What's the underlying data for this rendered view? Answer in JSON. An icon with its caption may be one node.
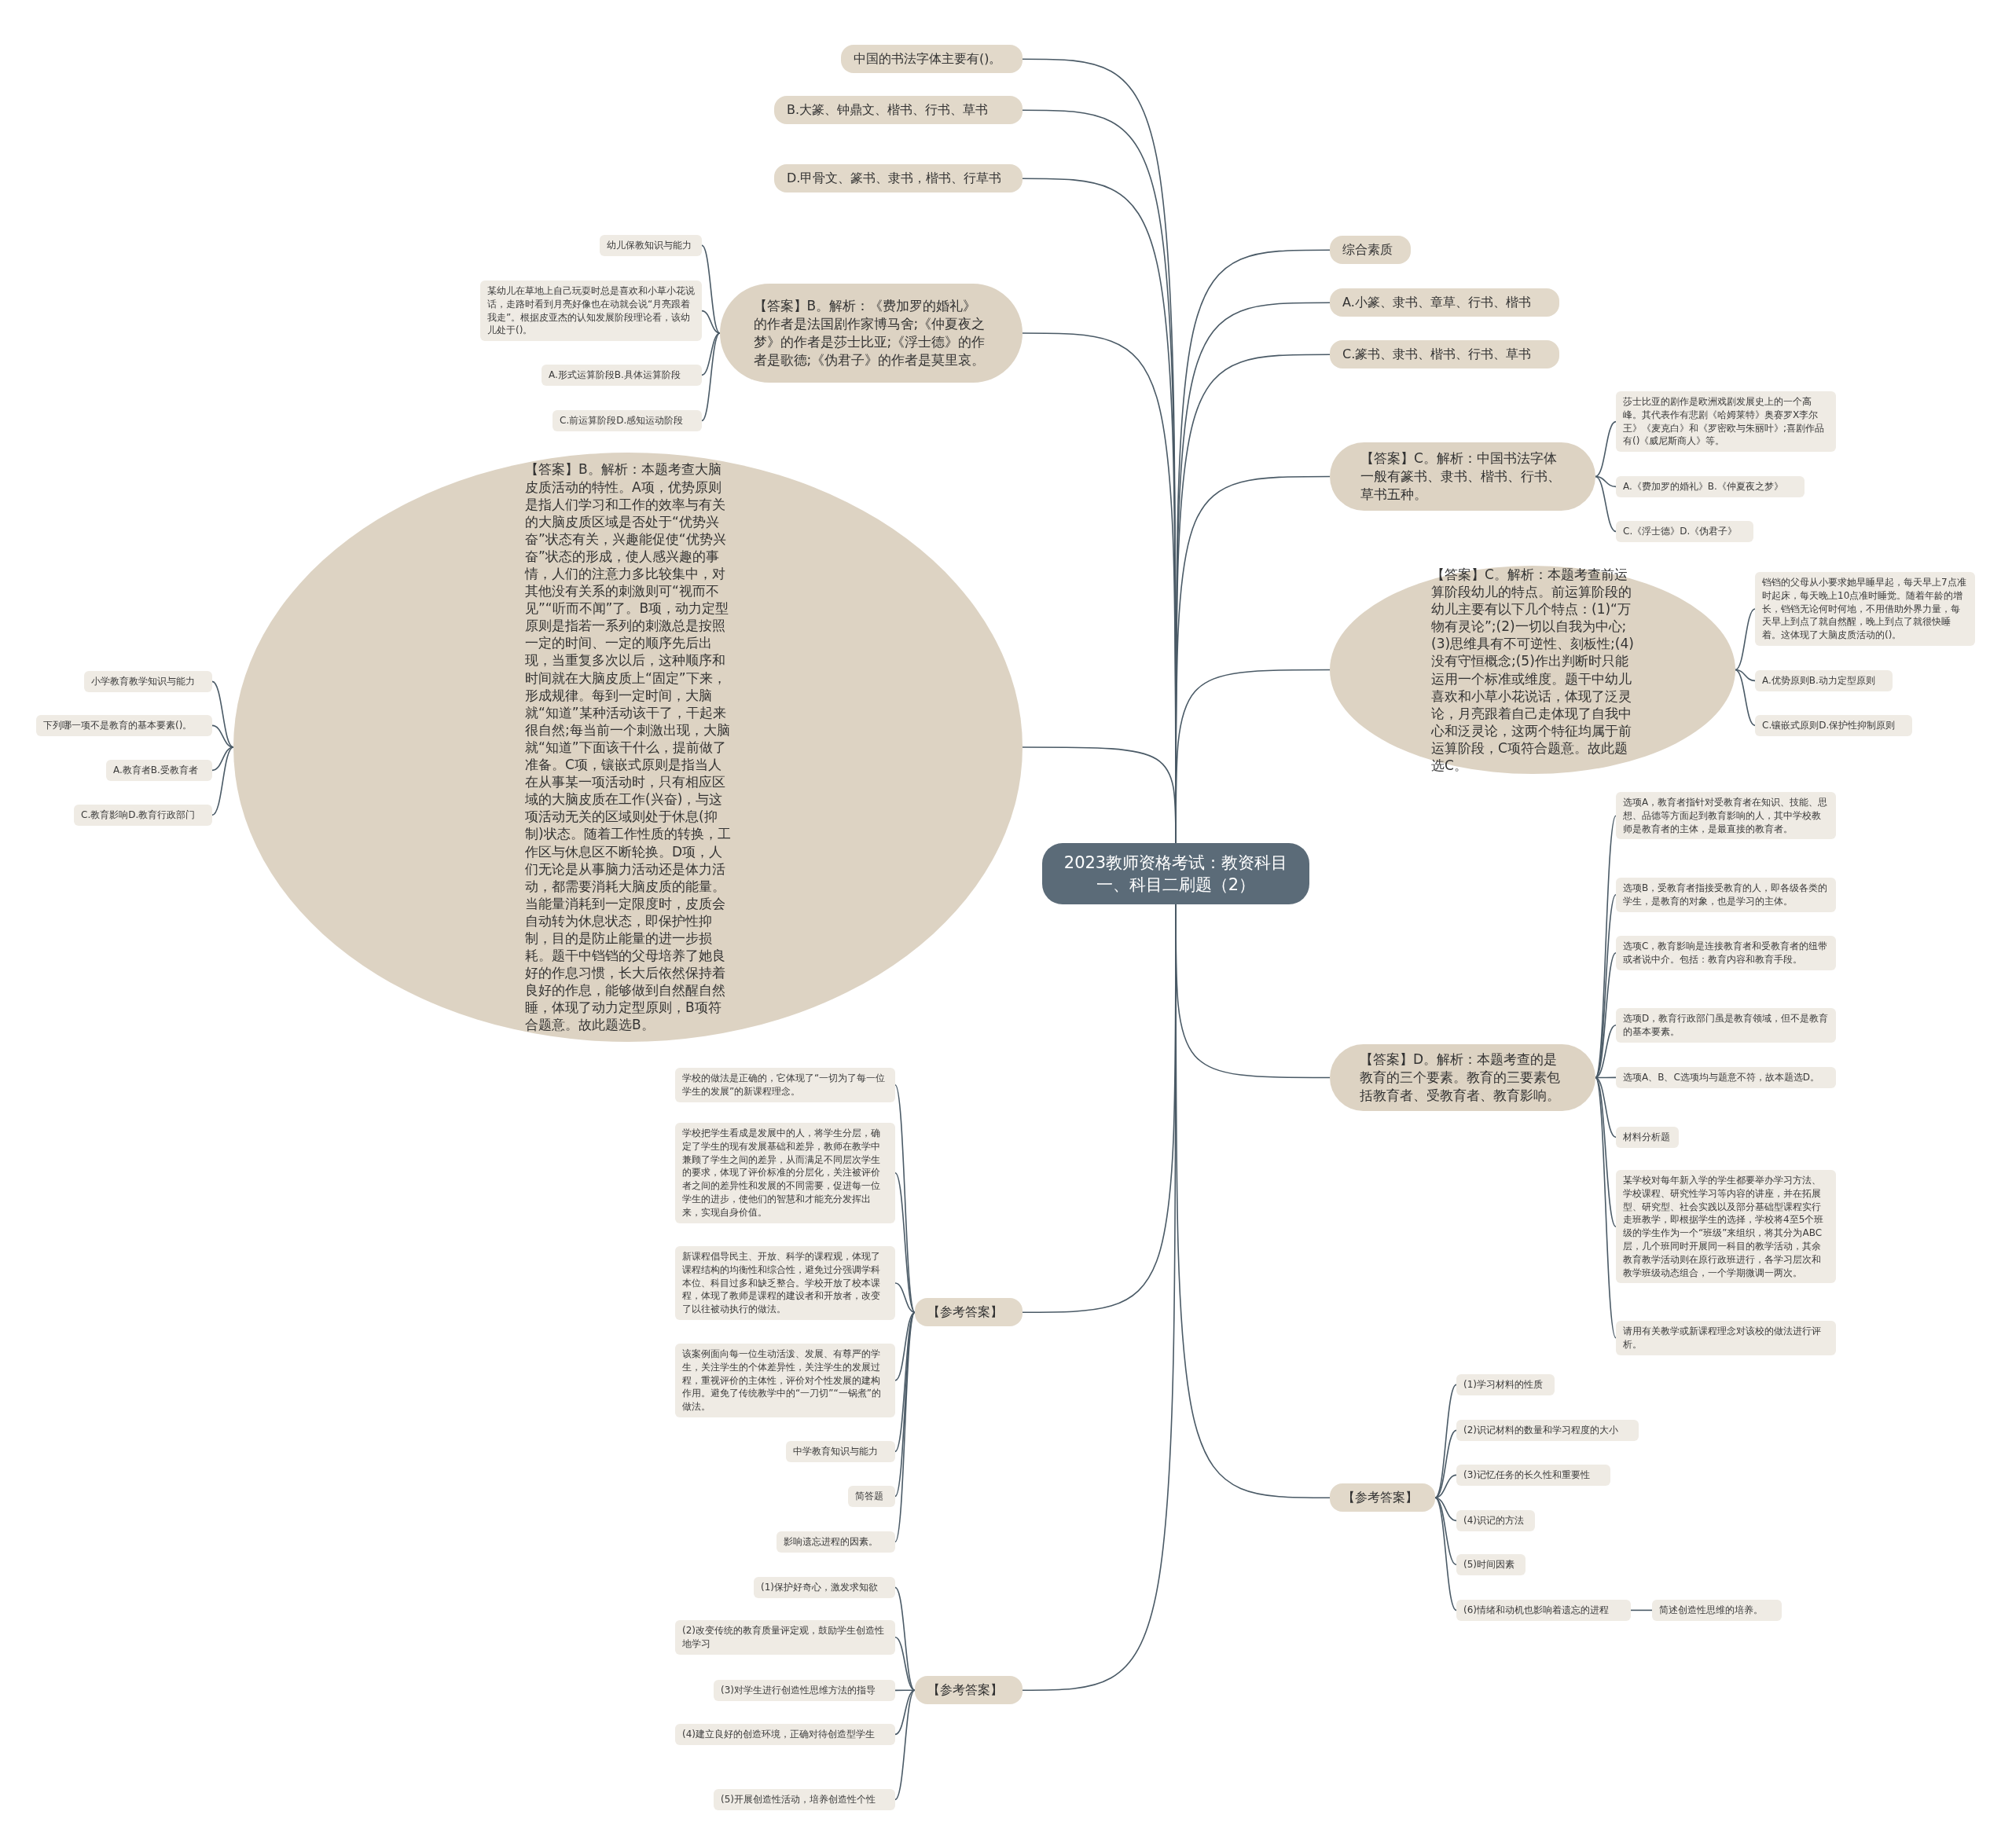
{
  "diagram": {
    "nodes": [
      {
        "text": [
          "2023教师资格考试：教资科目一、科目二刷题（2）"
        ]
      },
      {
        "text": [
          "中国的书法字体主要有()。"
        ]
      },
      {
        "text": [
          "B.大篆、钟鼎文、楷书、行书、草书"
        ]
      },
      {
        "text": [
          "D.甲骨文、篆书、隶书，楷书、行草书"
        ]
      },
      {
        "text": [
          "【答案】B。解析：《费加罗的婚礼》的作者是法国剧作家博马舍;《仲夏夜之梦》的作者是莎士比亚;《浮士德》的作者是歌德;《伪君子》的作者是莫里哀。"
        ]
      },
      {
        "text": [
          "幼儿保教知识与能力"
        ]
      },
      {
        "text": [
          "某幼儿在草地上自己玩耍时总是喜欢和小草小花说话，走路时看到月亮好像也在动就会说“月亮跟着我走”。根据皮亚杰的认知发展阶段理论看，该幼儿处于()。"
        ]
      },
      {
        "text": [
          "A.形式运算阶段B.具体运算阶段"
        ]
      },
      {
        "text": [
          "C.前运算阶段D.感知运动阶段"
        ]
      },
      {
        "text": [
          "【答案】B。解析：本题考查大脑皮质活动的特性。A项，优势原则是指人们学习和工作的效率与有关的大脑皮质区域是否处于“优势兴奋”状态有关，兴趣能促使“优势兴奋”状态的形成，使人感兴趣的事情，人们的注意力多比较集中，对其他没有关系的刺激则可“视而不见”“听而不闻”了。B项，动力定型原则是指若一系列的刺激总是按照一定的时间、一定的顺序先后出现，当重复多次以后，这种顺序和时间就在大脑皮质上“固定”下来，形成规律。每到一定时间，大脑就“知道”某种活动该干了，干起来很自然;每当前一个刺激出现，大脑就“知道”下面该干什么，提前做了准备。C项，镶嵌式原则是指当人在从事某一项活动时，只有相应区域的大脑皮质在工作(兴奋)，与这项活动无关的区域则处于休息(抑制)状态。随着工作性质的转换，工作区与休息区不断轮换。D项，人们无论是从事脑力活动还是体力活动，都需要消耗大脑皮质的能量。当能量消耗到一定限度时，皮质会自动转为休息状态，即保护性抑制，目的是防止能量的进一步损耗。题干中铛铛的父母培养了她良好的作息习惯，长大后依然保持着良好的作息，能够做到自然醒自然睡，体现了动力定型原则，B项符合题意。故此题选B。"
        ]
      },
      {
        "text": [
          "小学教育教学知识与能力"
        ]
      },
      {
        "text": [
          "下列哪一项不是教育的基本要素()。"
        ]
      },
      {
        "text": [
          "A.教育者B.受教育者"
        ]
      },
      {
        "text": [
          "C.教育影响D.教育行政部门"
        ]
      },
      {
        "text": [
          "【参考答案】"
        ]
      },
      {
        "text": [
          "学校的做法是正确的，它体现了“一切为了每一位学生的发展”的新课程理念。"
        ]
      },
      {
        "text": [
          "学校把学生看成是发展中的人，将学生分层，确定了学生的现有发展基础和差异，教师在教学中兼顾了学生之间的差异，从而满足不同层次学生的要求，体现了评价标准的分层化，关注被评价者之间的差异性和发展的不同需要，促进每一位学生的进步，使他们的智慧和才能充分发挥出来，实现自身价值。"
        ]
      },
      {
        "text": [
          "新课程倡导民主、开放、科学的课程观，体现了课程结构的均衡性和综合性，避免过分强调学科本位、科目过多和缺乏整合。学校开放了校本课程，体现了教师是课程的建设者和开放者，改变了以往被动执行的做法。"
        ]
      },
      {
        "text": [
          "该案例面向每一位生动活泼、发展、有尊严的学生，关注学生的个体差异性，关注学生的发展过程，重视评价的主体性，评价对个性发展的建构作用。避免了传统教学中的“一刀切”“一锅煮”的做法。"
        ]
      },
      {
        "text": [
          "中学教育知识与能力"
        ]
      },
      {
        "text": [
          "简答题"
        ]
      },
      {
        "text": [
          "影响遗忘进程的因素。"
        ]
      },
      {
        "text": [
          "【参考答案】"
        ]
      },
      {
        "text": [
          "(1)保护好奇心，激发求知欲"
        ]
      },
      {
        "text": [
          "(2)改变传统的教育质量评定观，鼓励学生创造性地学习"
        ]
      },
      {
        "text": [
          "(3)对学生进行创造性思维方法的指导"
        ]
      },
      {
        "text": [
          "(4)建立良好的创造环境，正确对待创造型学生"
        ]
      },
      {
        "text": [
          "(5)开展创造性活动，培养创造性个性"
        ]
      },
      {
        "text": [
          "综合素质"
        ]
      },
      {
        "text": [
          "A.小篆、隶书、章草、行书、楷书"
        ]
      },
      {
        "text": [
          "C.篆书、隶书、楷书、行书、草书"
        ]
      },
      {
        "text": [
          "【答案】C。解析：中国书法字体一般有篆书、隶书、楷书、行书、草书五种。"
        ]
      },
      {
        "text": [
          "莎士比亚的剧作是欧洲戏剧发展史上的一个高峰。其代表作有悲剧《哈姆莱特》奥赛罗X李尔王》《麦克白》和《罗密欧与朱丽叶》;喜剧作品有()《威尼斯商人》等。"
        ]
      },
      {
        "text": [
          "A.《费加罗的婚礼》B.《仲夏夜之梦》"
        ]
      },
      {
        "text": [
          "C.《浮士德》D.《伪君子》"
        ]
      },
      {
        "text": [
          "【答案】C。解析：本题考查前运算阶段幼儿的特点。前运算阶段的幼儿主要有以下几个特点：(1)“万物有灵论”;(2)一切以自我为中心;(3)思维具有不可逆性、刻板性;(4)没有守恒概念;(5)作出判断时只能运用一个标准或维度。题干中幼儿喜欢和小草小花说话，体现了泛灵论，月亮跟着自己走体现了自我中心和泛灵论，这两个特征均属于前运算阶段，C项符合题意。故此题选C。"
        ]
      },
      {
        "text": [
          "铛铛的父母从小要求她早睡早起，每天早上7点准时起床，每天晚上10点准时睡觉。随着年龄的增长，铛铛无论何时何地，不用借助外界力量，每天早上到点了就自然醒，晚上到点了就很快睡着。这体现了大脑皮质活动的()。"
        ]
      },
      {
        "text": [
          "A.优势原则B.动力定型原则"
        ]
      },
      {
        "text": [
          "C.镶嵌式原则D.保护性抑制原则"
        ]
      },
      {
        "text": [
          "【答案】D。解析：本题考查的是教育的三个要素。教育的三要素包括教育者、受教育者、教育影响。"
        ]
      },
      {
        "text": [
          "选项A，教育者指针对受教育者在知识、技能、思想、品德等方面起到教育影响的人，其中学校教师是教育者的主体，是最直接的教育者。"
        ]
      },
      {
        "text": [
          "选项B，受教育者指接受教育的人，即各级各类的学生，是教育的对象，也是学习的主体。"
        ]
      },
      {
        "text": [
          "选项C，教育影响是连接教育者和受教育者的纽带或者说中介。包括：教育内容和教育手段。"
        ]
      },
      {
        "text": [
          "选项D，教育行政部门虽是教育领域，但不是教育的基本要素。"
        ]
      },
      {
        "text": [
          "选项A、B、C选项均与题意不符，故本题选D。"
        ]
      },
      {
        "text": [
          "材料分析题"
        ]
      },
      {
        "text": [
          "某学校对每年新入学的学生都要举办学习方法、学校课程、研究性学习等内容的讲座，并在拓展型、研究型、社会实践以及部分基础型课程实行走班教学，即根据学生的选择，学校将4至5个班级的学生作为一个“班级”来组织，将其分为ABC层，几个班同时开展同一科目的教学活动，其余教育教学活动则在原行政班进行，各学习层次和教学班级动态组合，一个学期微调一两次。"
        ]
      },
      {
        "text": [
          "请用有关教学或新课程理念对该校的做法进行评析。"
        ]
      },
      {
        "text": [
          "【参考答案】"
        ]
      },
      {
        "text": [
          "(1)学习材料的性质"
        ]
      },
      {
        "text": [
          "(2)识记材料的数量和学习程度的大小"
        ]
      },
      {
        "text": [
          "(3)记忆任务的长久性和重要性"
        ]
      },
      {
        "text": [
          "(4)识记的方法"
        ]
      },
      {
        "text": [
          "(5)时间因素"
        ]
      },
      {
        "text": [
          "(6)情绪和动机也影响着遗忘的进程"
        ]
      },
      {
        "text": [
          "简述创造性思维的培养。"
        ]
      }
    ],
    "edges": [
      {
        "from": 0,
        "to": 1,
        "arrow": "none"
      },
      {
        "from": 0,
        "to": 2,
        "arrow": "none"
      },
      {
        "from": 0,
        "to": 3,
        "arrow": "none"
      },
      {
        "from": 0,
        "to": 4,
        "arrow": "none"
      },
      {
        "from": 4,
        "to": 5,
        "arrow": "none"
      },
      {
        "from": 4,
        "to": 6,
        "arrow": "none"
      },
      {
        "from": 4,
        "to": 7,
        "arrow": "none"
      },
      {
        "from": 4,
        "to": 8,
        "arrow": "none"
      },
      {
        "from": 0,
        "to": 9,
        "arrow": "none"
      },
      {
        "from": 9,
        "to": 10,
        "arrow": "none"
      },
      {
        "from": 9,
        "to": 11,
        "arrow": "none"
      },
      {
        "from": 9,
        "to": 12,
        "arrow": "none"
      },
      {
        "from": 9,
        "to": 13,
        "arrow": "none"
      },
      {
        "from": 0,
        "to": 14,
        "arrow": "none"
      },
      {
        "from": 14,
        "to": 15,
        "arrow": "none"
      },
      {
        "from": 14,
        "to": 16,
        "arrow": "none"
      },
      {
        "from": 14,
        "to": 17,
        "arrow": "none"
      },
      {
        "from": 14,
        "to": 18,
        "arrow": "none"
      },
      {
        "from": 14,
        "to": 19,
        "arrow": "none"
      },
      {
        "from": 14,
        "to": 20,
        "arrow": "none"
      },
      {
        "from": 14,
        "to": 21,
        "arrow": "none"
      },
      {
        "from": 0,
        "to": 22,
        "arrow": "none"
      },
      {
        "from": 22,
        "to": 23,
        "arrow": "none"
      },
      {
        "from": 22,
        "to": 24,
        "arrow": "none"
      },
      {
        "from": 22,
        "to": 25,
        "arrow": "none"
      },
      {
        "from": 22,
        "to": 26,
        "arrow": "none"
      },
      {
        "from": 22,
        "to": 27,
        "arrow": "none"
      },
      {
        "from": 0,
        "to": 28,
        "arrow": "none"
      },
      {
        "from": 0,
        "to": 29,
        "arrow": "none"
      },
      {
        "from": 0,
        "to": 30,
        "arrow": "none"
      },
      {
        "from": 0,
        "to": 31,
        "arrow": "none"
      },
      {
        "from": 31,
        "to": 32,
        "arrow": "none"
      },
      {
        "from": 31,
        "to": 33,
        "arrow": "none"
      },
      {
        "from": 31,
        "to": 34,
        "arrow": "none"
      },
      {
        "from": 0,
        "to": 35,
        "arrow": "none"
      },
      {
        "from": 35,
        "to": 36,
        "arrow": "none"
      },
      {
        "from": 35,
        "to": 37,
        "arrow": "none"
      },
      {
        "from": 35,
        "to": 38,
        "arrow": "none"
      },
      {
        "from": 0,
        "to": 39,
        "arrow": "none"
      },
      {
        "from": 39,
        "to": 40,
        "arrow": "none"
      },
      {
        "from": 39,
        "to": 41,
        "arrow": "none"
      },
      {
        "from": 39,
        "to": 42,
        "arrow": "none"
      },
      {
        "from": 39,
        "to": 43,
        "arrow": "none"
      },
      {
        "from": 39,
        "to": 44,
        "arrow": "none"
      },
      {
        "from": 39,
        "to": 45,
        "arrow": "none"
      },
      {
        "from": 39,
        "to": 46,
        "arrow": "none"
      },
      {
        "from": 39,
        "to": 47,
        "arrow": "none"
      },
      {
        "from": 0,
        "to": 48,
        "arrow": "none"
      },
      {
        "from": 48,
        "to": 49,
        "arrow": "none"
      },
      {
        "from": 48,
        "to": 50,
        "arrow": "none"
      },
      {
        "from": 48,
        "to": 51,
        "arrow": "none"
      },
      {
        "from": 48,
        "to": 52,
        "arrow": "none"
      },
      {
        "from": 48,
        "to": 53,
        "arrow": "none"
      },
      {
        "from": 48,
        "to": 54,
        "arrow": "none"
      },
      {
        "from": 54,
        "to": 55,
        "arrow": "none"
      }
    ]
  }
}
